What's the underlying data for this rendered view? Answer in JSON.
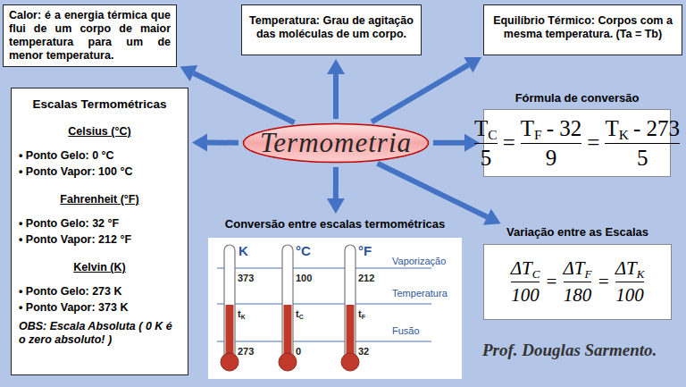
{
  "diagram": {
    "nodes": [
      {
        "text": [
          "Calor: é a energia térmica que flui de um corpo de maior temperatura para um de menor temperatura."
        ]
      },
      {
        "text": [
          "Temperatura: Grau de agitação das moléculas de um corpo."
        ]
      },
      {
        "text": [
          "Equilíbrio Térmico: Corpos com a mesma temperatura. (Ta = Tb)"
        ]
      },
      {
        "text": [
          "Escalas Termométricas",
          "Celsius (°C)",
          "• Ponto Gelo: 0 °C",
          "• Ponto Vapor: 100 °C",
          "Fahrenheit (°F)",
          "• Ponto Gelo: 32 °F",
          "• Ponto Vapor: 212 °F",
          "Kelvin (K)",
          "• Ponto Gelo: 273 K",
          "• Ponto Vapor: 373 K",
          "OBS: Escala Absoluta ( 0 K é o zero absoluto! )"
        ]
      },
      {
        "text": [
          "Termometria"
        ]
      },
      {
        "text": [
          "Fórmula de conversão",
          "T",
          "C",
          "5",
          "=",
          "T",
          "F",
          "- 32",
          "9",
          "=",
          "T",
          "K",
          "- 273",
          "5"
        ]
      },
      {
        "text": [
          "Variação entre as Escalas",
          "ΔT",
          "C",
          "100",
          "=",
          "ΔT",
          "F",
          "180",
          "=",
          "ΔT",
          "K",
          "100"
        ]
      },
      {
        "text": [
          "Conversão entre escalas termométricas",
          "K",
          "°C",
          "°F",
          "Vaporização",
          "373",
          "100",
          "212",
          "Temperatura",
          "t",
          "K",
          "t",
          "C",
          "t",
          "F",
          "Fusão",
          "273",
          "0",
          "32"
        ]
      }
    ],
    "edges": [
      {
        "from": 4,
        "to": 0,
        "arrow": "to"
      },
      {
        "from": 4,
        "to": 1,
        "arrow": "to"
      },
      {
        "from": 4,
        "to": 2,
        "arrow": "to"
      },
      {
        "from": 4,
        "to": 3,
        "arrow": "to"
      },
      {
        "from": 4,
        "to": 5,
        "arrow": "to"
      },
      {
        "from": 4,
        "to": 6,
        "arrow": "to"
      },
      {
        "from": 4,
        "to": 7,
        "arrow": "to"
      }
    ],
    "labels": [
      "Prof. Douglas Sarmento."
    ]
  }
}
